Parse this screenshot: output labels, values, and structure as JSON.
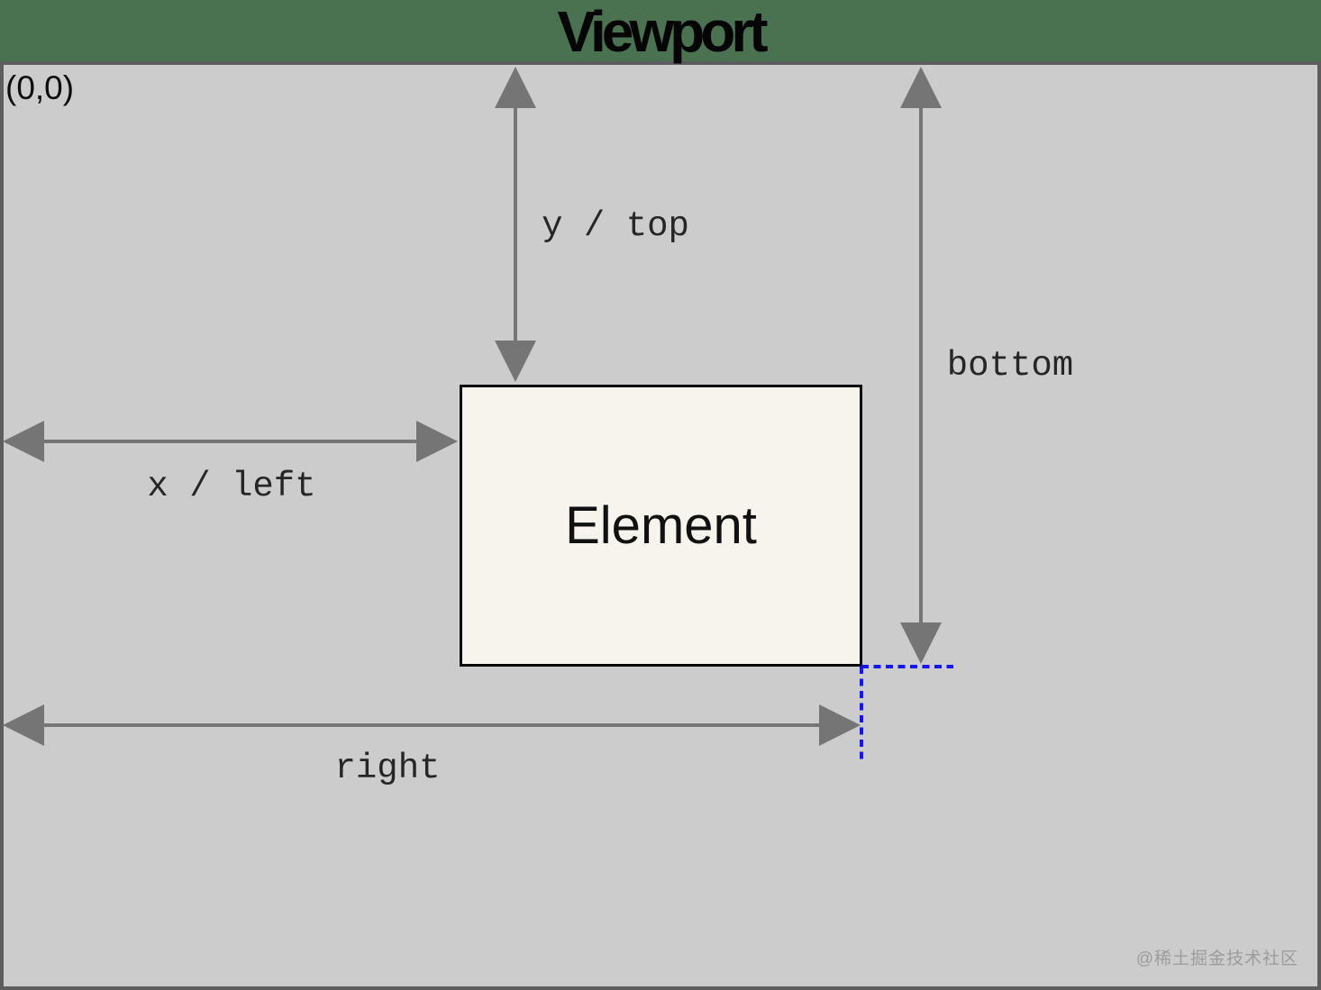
{
  "title": "Viewport",
  "origin_label": "(0,0)",
  "element": {
    "label": "Element"
  },
  "measurements": {
    "y_top": "y / top",
    "x_left": "x / left",
    "bottom": "bottom",
    "right": "right"
  },
  "watermark": "@稀土掘金技术社区",
  "colors": {
    "background_green": "#4a7251",
    "viewport_fill": "#cccccc",
    "viewport_border": "#5d5d5d",
    "element_fill": "#f7f4ee",
    "element_border": "#0a0a0a",
    "arrow_gray": "#757575",
    "label_text": "#262626",
    "projection_blue": "#1414f5",
    "watermark_gray": "#9c9c9c"
  }
}
